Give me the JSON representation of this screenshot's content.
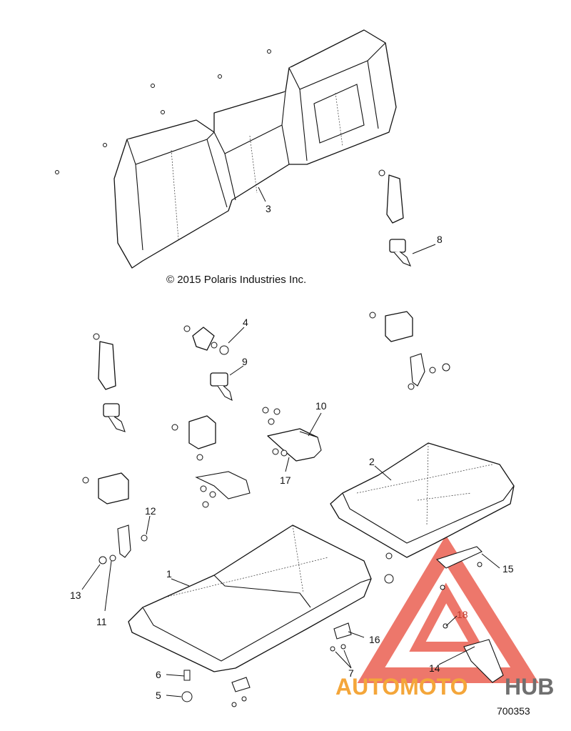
{
  "copyright": "© 2015 Polaris Industries Inc.",
  "reference_number": "700353",
  "watermark": {
    "part1": "AUTOMOTO",
    "part2": "HUB",
    "color_primary": "#f4a63a",
    "color_secondary": "#6f6f6f",
    "triangle_color": "#e84a3a"
  },
  "callouts": [
    "1",
    "2",
    "3",
    "4",
    "5",
    "6",
    "7",
    "8",
    "9",
    "10",
    "11",
    "12",
    "13",
    "14",
    "15",
    "16",
    "17",
    "18"
  ]
}
